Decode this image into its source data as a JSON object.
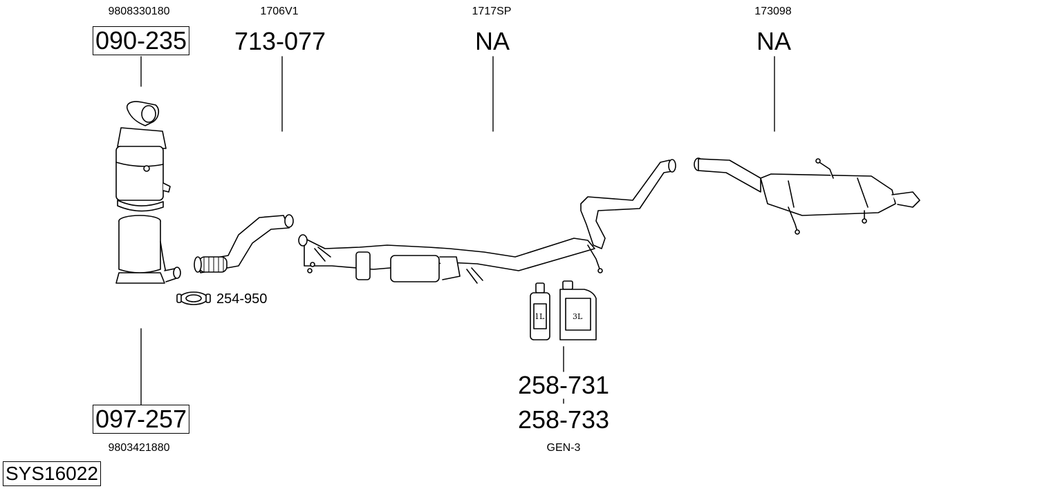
{
  "system_code": "SYS16022",
  "parts": [
    {
      "oe": "9808330180",
      "number": "090-235"
    },
    {
      "oe": "1706V1",
      "number": "713-077"
    },
    {
      "oe": "1717SP",
      "number": "NA"
    },
    {
      "oe": "173098",
      "number": "NA"
    }
  ],
  "bottom_part": {
    "oe": "9803421880",
    "number": "097-257"
  },
  "clamp": {
    "number": "254-950"
  },
  "fluids": {
    "numbers": [
      "258-731",
      "258-733"
    ],
    "label": "GEN-3",
    "can_small_label": "1L",
    "can_large_label": "3L"
  }
}
